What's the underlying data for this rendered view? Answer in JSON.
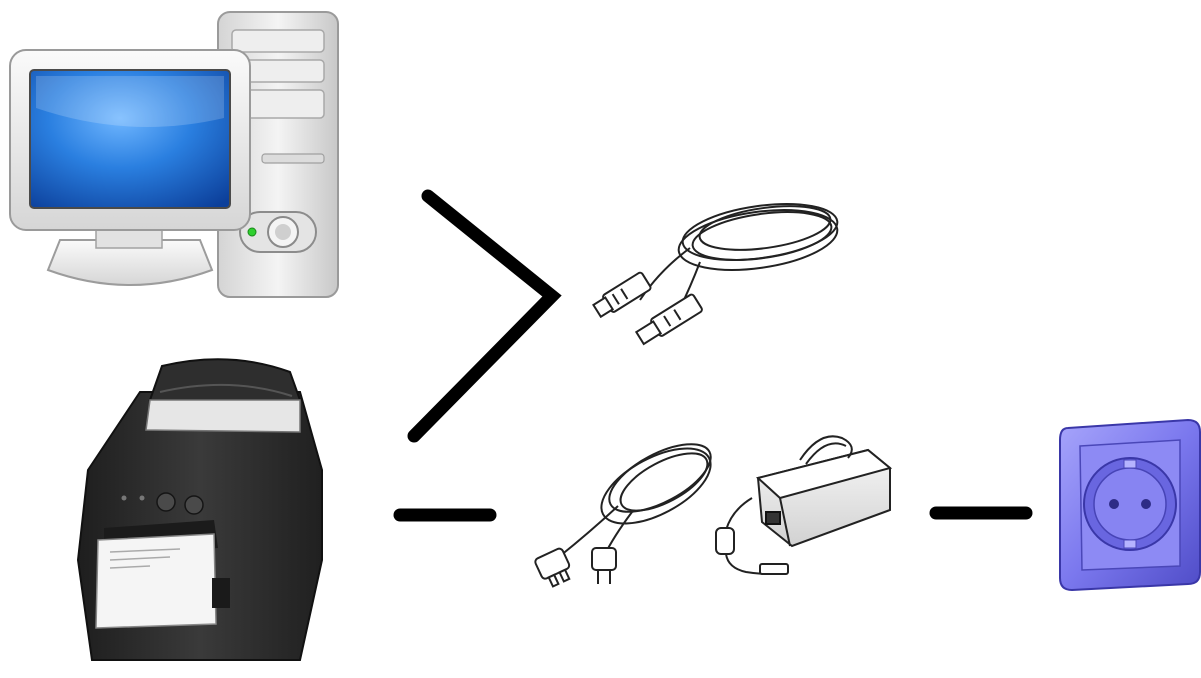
{
  "diagram": {
    "nodes": [
      {
        "id": "computer",
        "kind": "desktop-computer"
      },
      {
        "id": "usb_cable",
        "kind": "usb-cable"
      },
      {
        "id": "printer",
        "kind": "receipt-printer"
      },
      {
        "id": "power_adapter",
        "kind": "power-cord-and-adapter"
      },
      {
        "id": "wall_socket",
        "kind": "wall-socket"
      }
    ],
    "connections": [
      {
        "from": "computer",
        "to": "usb_cable"
      },
      {
        "from": "printer",
        "to": "usb_cable"
      },
      {
        "from": "printer",
        "to": "power_adapter"
      },
      {
        "from": "power_adapter",
        "to": "wall_socket"
      }
    ],
    "colors": {
      "monitor_screen": "#1e6fd0",
      "case": "#e8e8e8",
      "printer_body": "#2b2b2b",
      "socket": "#7b78ee",
      "connector_line": "#000000"
    }
  }
}
